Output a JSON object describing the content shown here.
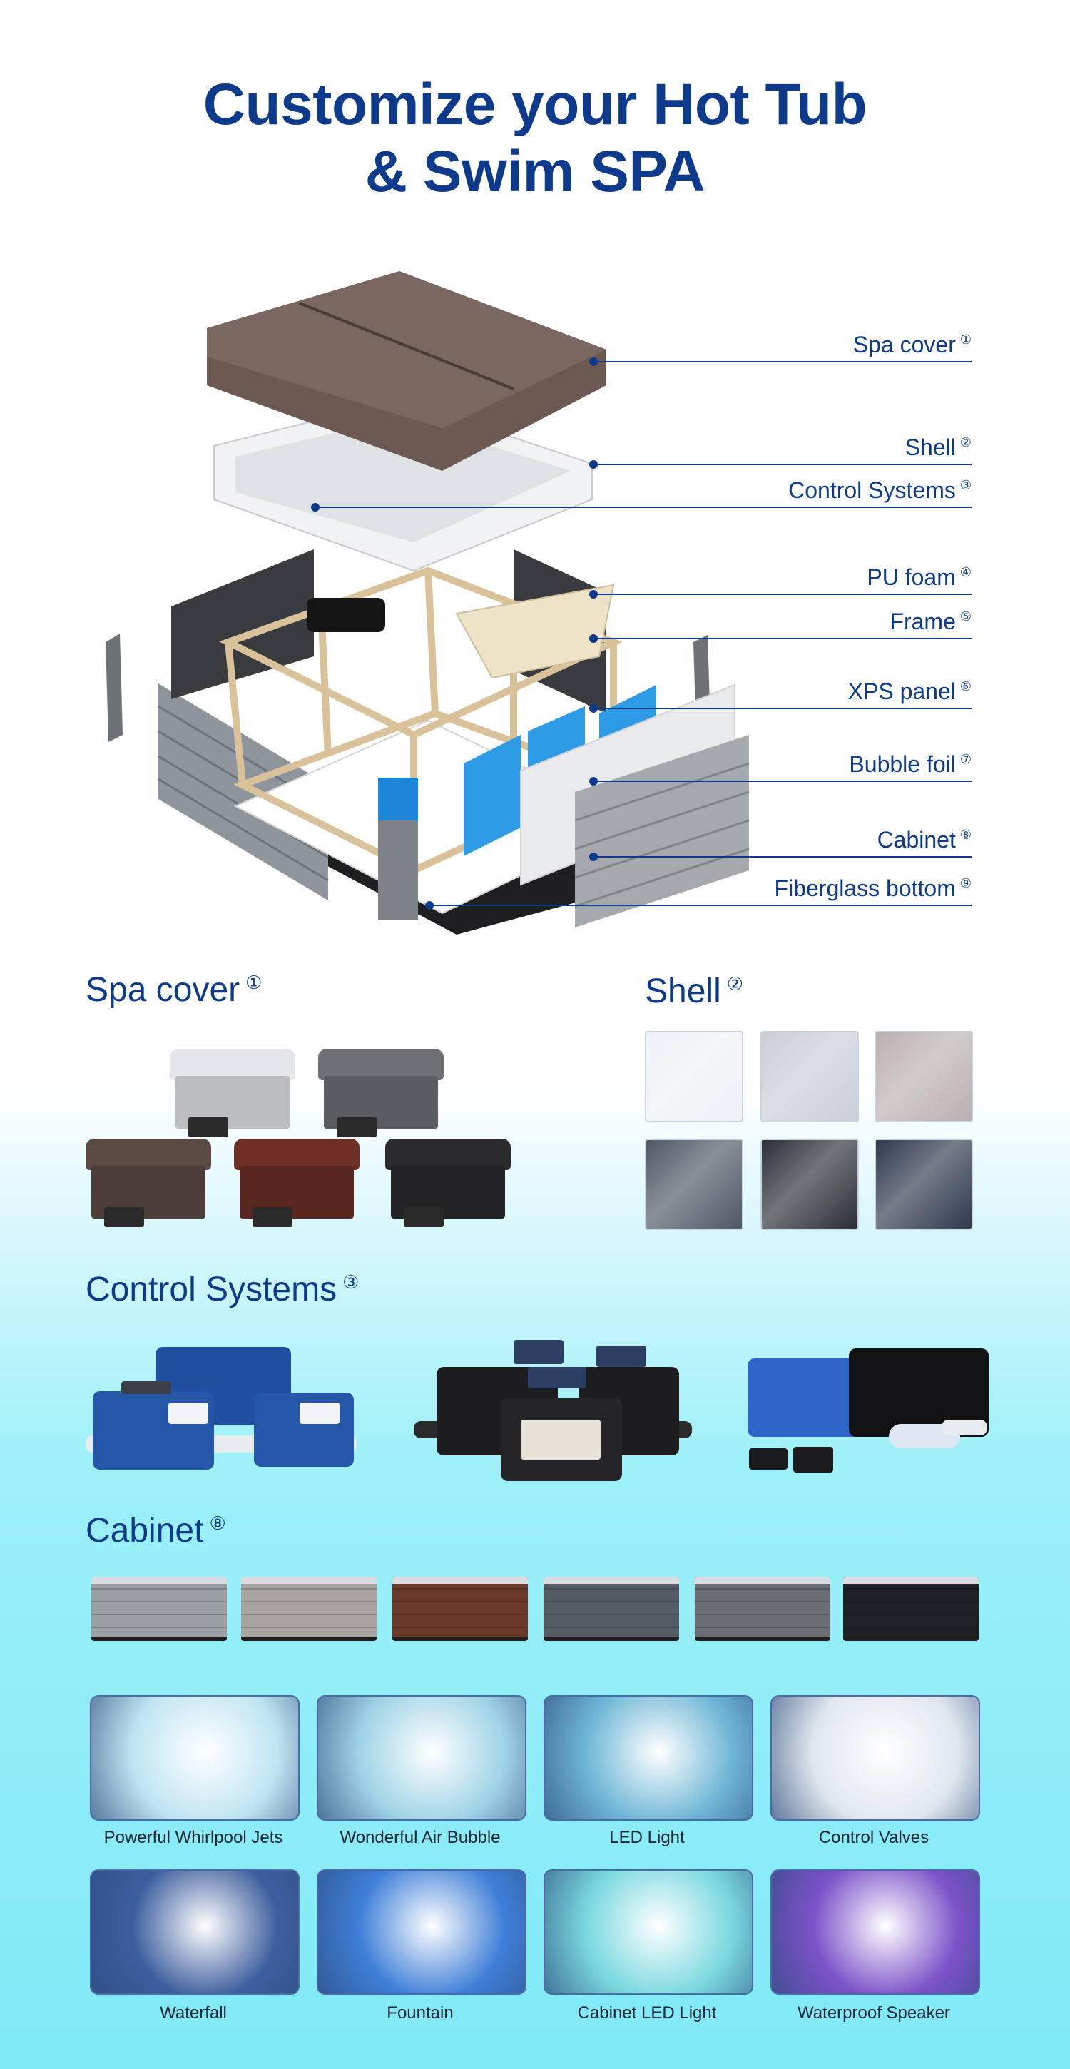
{
  "page": {
    "title_line1": "Customize your Hot Tub",
    "title_line2": "& Swim SPA"
  },
  "diagram": {
    "callouts": [
      {
        "label": "Spa cover",
        "num": "①"
      },
      {
        "label": "Shell",
        "num": "②"
      },
      {
        "label": "Control Systems",
        "num": "③"
      },
      {
        "label": "PU foam",
        "num": "④"
      },
      {
        "label": "Frame",
        "num": "⑤"
      },
      {
        "label": "XPS panel",
        "num": "⑥"
      },
      {
        "label": "Bubble foil",
        "num": "⑦"
      },
      {
        "label": "Cabinet",
        "num": "⑧"
      },
      {
        "label": "Fiberglass bottom",
        "num": "⑨"
      }
    ]
  },
  "sections": {
    "spa_cover": {
      "title": "Spa cover",
      "num": "①",
      "colors": [
        "#e4e6e9",
        "#6d7075",
        "#5b4a44",
        "#6e2f27",
        "#2b2b2d"
      ]
    },
    "shell": {
      "title": "Shell",
      "num": "②",
      "swatches": [
        "#eef1f4",
        "#c9ced6",
        "#b9b1b0",
        "#4f5866",
        "#2c2f36",
        "#2f3a4e"
      ]
    },
    "control_systems": {
      "title": "Control Systems",
      "num": "③"
    },
    "cabinet": {
      "title": "Cabinet",
      "num": "⑧",
      "colors": [
        "#9a9fa4",
        "#a7a39e",
        "#6b3a2a",
        "#545b63",
        "#6a6d72",
        "#1f2124"
      ]
    }
  },
  "features": [
    {
      "label": "Powerful Whirlpool Jets",
      "color": "#bfe5f2"
    },
    {
      "label": "Wonderful Air Bubble",
      "color": "#9fd3e6"
    },
    {
      "label": "LED Light",
      "color": "#6fb7d6"
    },
    {
      "label": "Control Valves",
      "color": "#dfe7ee"
    },
    {
      "label": "Waterfall",
      "color": "#3d5e9e"
    },
    {
      "label": "Fountain",
      "color": "#3f7fd8"
    },
    {
      "label": "Cabinet LED Light",
      "color": "#7ad8df"
    },
    {
      "label": "Waterproof Speaker",
      "color": "#7b52c9"
    }
  ]
}
